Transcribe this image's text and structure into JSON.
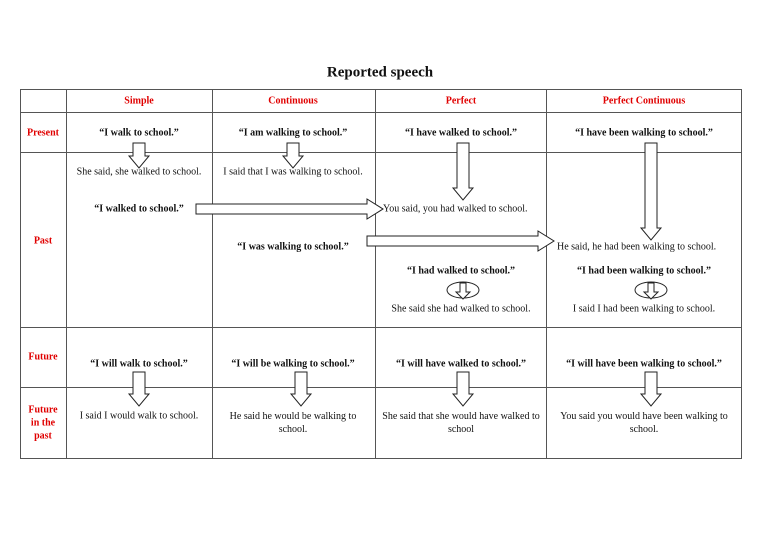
{
  "title": "Reported speech",
  "columns": [
    "Simple",
    "Continuous",
    "Perfect",
    "Perfect Continuous"
  ],
  "rows": {
    "present": "Present",
    "past": "Past",
    "future": "Future",
    "future_past": [
      "Future",
      "in the",
      "past"
    ]
  },
  "present": [
    "“I walk to school.”",
    "“I am walking to school.”",
    "“I have walked to school.”",
    "“I have been walking to school.”"
  ],
  "past": {
    "simple_reported": "She said, she walked to school.",
    "continuous_reported": "I said that I was walking to school.",
    "simple_direct": "“I walked to school.”",
    "perfect_from_simple": "You said, you had walked to school.",
    "continuous_direct": "“I was walking to school.”",
    "pc_from_continuous": "He said, he had been walking to school.",
    "perfect_direct": "“I had walked to school.”",
    "pc_direct": "“I had been walking to school.”",
    "perfect_reported": "She said she had walked to school.",
    "pc_reported": "I said I had been walking to school."
  },
  "future": [
    "“I will walk to school.”",
    "“I will be walking to school.”",
    "“I will have walked to school.”",
    "“I will have been walking to school.”"
  ],
  "future_past": [
    "I said I would walk to school.",
    "He said he would be walking to school.",
    "She said that she would have walked to school",
    "You said you would have been walking to school."
  ]
}
